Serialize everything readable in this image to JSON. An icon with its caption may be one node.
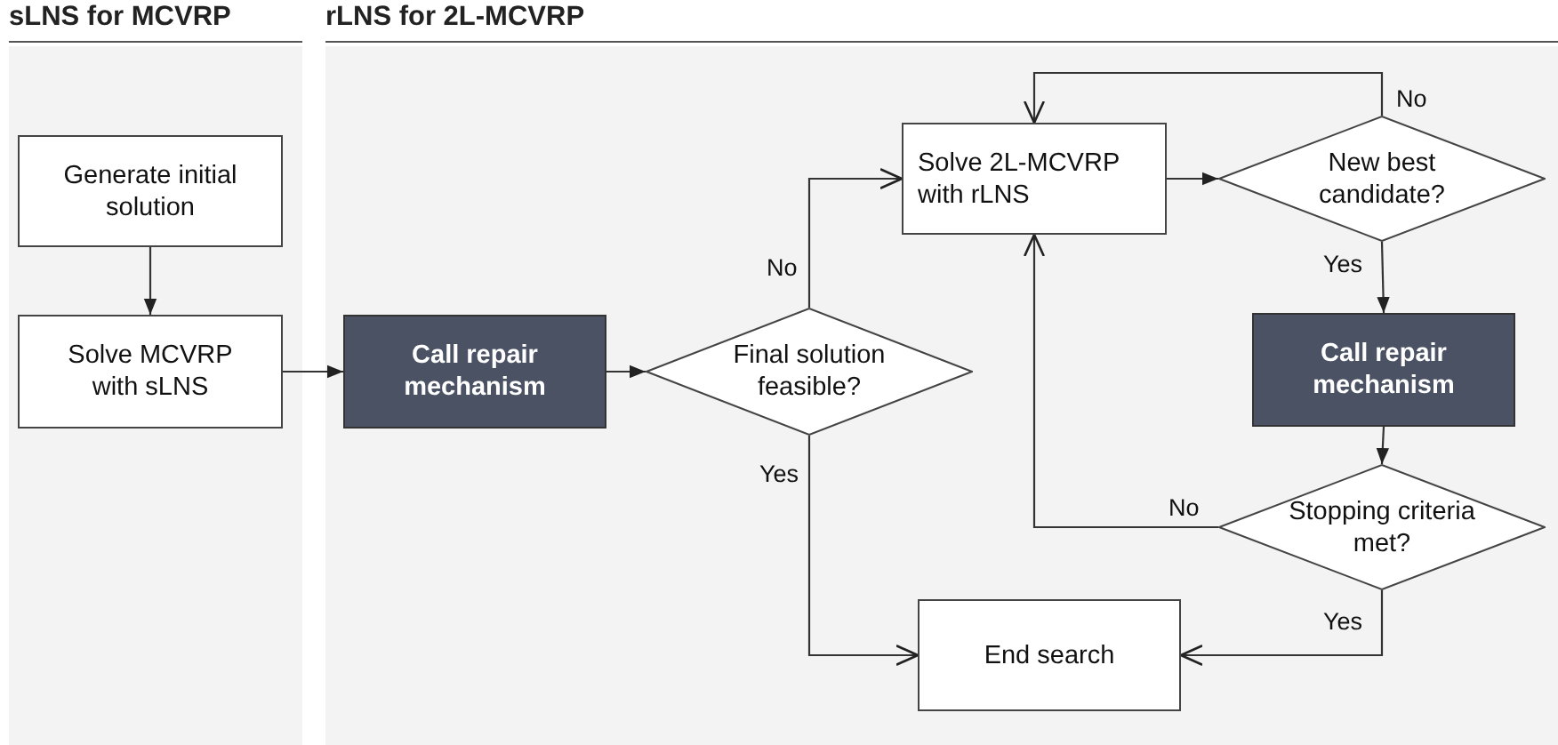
{
  "diagram": {
    "nodes": [
      {
        "text": [
          "sLNS for MCVRP"
        ]
      },
      {
        "text": [
          "rLNS for 2L-MCVRP"
        ]
      },
      {
        "text": [
          "Generate initial solution"
        ],
        "in": 0
      },
      {
        "text": [
          "Solve MCVRP with sLNS"
        ],
        "in": 0
      },
      {
        "text": [
          "Call repair mechanism"
        ],
        "in": 1
      },
      {
        "text": [
          "Final solution feasible?"
        ],
        "in": 1
      },
      {
        "text": [
          "Solve 2L-MCVRP with rLNS"
        ],
        "in": 1
      },
      {
        "text": [
          "New best candidate?"
        ],
        "in": 1
      },
      {
        "text": [
          "Call repair mechanism"
        ],
        "in": 1
      },
      {
        "text": [
          "Stopping criteria met?"
        ],
        "in": 1
      },
      {
        "text": [
          "End search"
        ],
        "in": 1
      }
    ],
    "edges": [
      {
        "from": 2,
        "to": 3,
        "arrow": "to"
      },
      {
        "from": 3,
        "to": 4,
        "arrow": "to"
      },
      {
        "from": 4,
        "to": 5,
        "arrow": "to"
      },
      {
        "from": 5,
        "to": 6,
        "arrow": "to",
        "label": "No"
      },
      {
        "from": 5,
        "to": 10,
        "arrow": "to",
        "label": "Yes"
      },
      {
        "from": 6,
        "to": 7,
        "arrow": "to"
      },
      {
        "from": 7,
        "to": 6,
        "arrow": "to",
        "label": "No"
      },
      {
        "from": 7,
        "to": 8,
        "arrow": "to",
        "label": "Yes"
      },
      {
        "from": 8,
        "to": 9,
        "arrow": "to"
      },
      {
        "from": 9,
        "to": 6,
        "arrow": "to",
        "label": "No"
      },
      {
        "from": 9,
        "to": 10,
        "arrow": "to",
        "label": "Yes"
      }
    ]
  }
}
